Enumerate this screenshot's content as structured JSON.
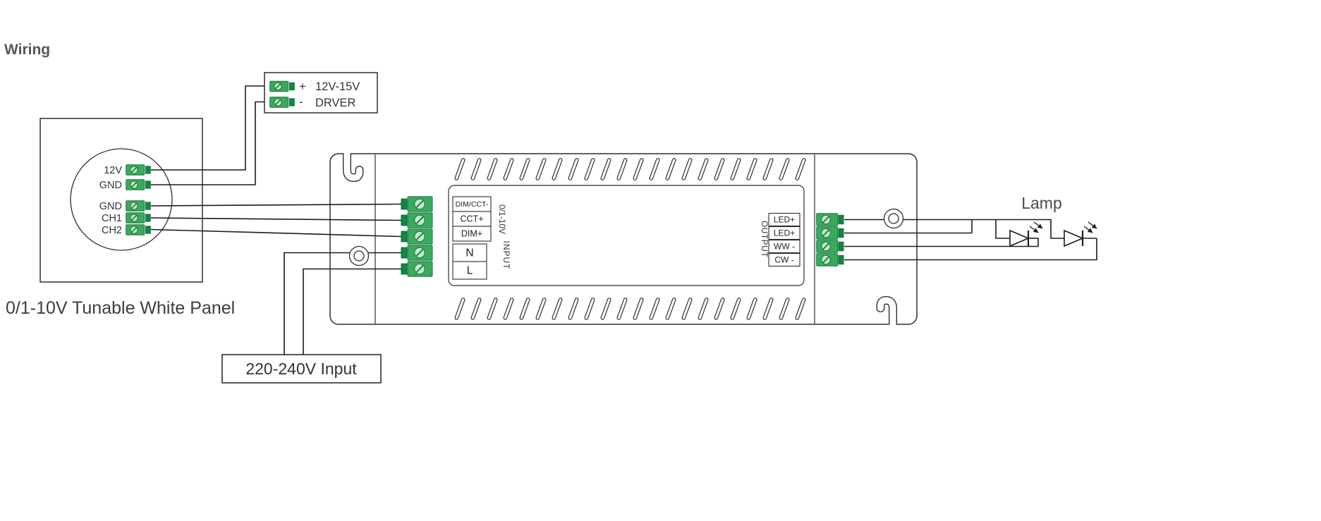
{
  "title": "Wiring",
  "colors": {
    "terminal_green": "#3aaa5e",
    "terminal_clamp": "#128741",
    "terminal_screw": "#c3e8d0",
    "outline": "#2e2e2e",
    "wire": "#1c1c1c"
  },
  "panel": {
    "caption": "0/1-10V Tunable White Panel",
    "terminals": [
      "12V",
      "GND",
      "GND",
      "CH1",
      "CH2"
    ]
  },
  "psu": {
    "plus": "+",
    "minus": "-",
    "line1": "12V-15V",
    "line2": "DRVER"
  },
  "driver": {
    "input_header": "0/1-10V",
    "input_label": "INPUT",
    "input_terminals": [
      "DIM/CCT-",
      "CCT+",
      "DIM+",
      "N",
      "L"
    ],
    "output_label": "OUTPUT",
    "output_terminals": [
      "LED+",
      "LED+",
      "WW -",
      "CW -"
    ]
  },
  "mains_label": "220-240V Input",
  "lamp_label": "Lamp"
}
